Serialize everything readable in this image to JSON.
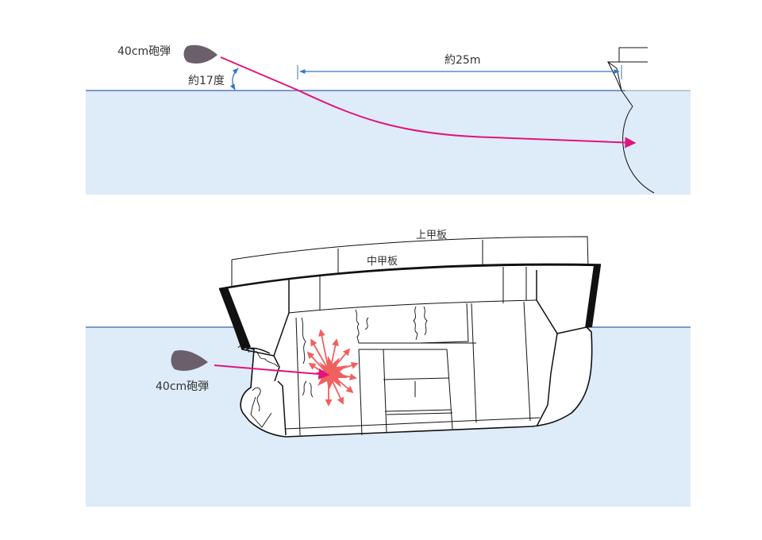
{
  "top": {
    "shell_label": "40cm砲弾",
    "angle_label": "約17度",
    "distance_label": "約25m"
  },
  "bottom": {
    "upper_deck_label": "上甲板",
    "middle_deck_label": "中甲板",
    "shell_label": "40cm砲弾"
  },
  "colors": {
    "water": "#deebf8",
    "waterline": "#3a63a8",
    "trajectory": "#e0147a",
    "shell": "#6b5f6b",
    "dimension": "#2f77c2",
    "explosion": "#f06060"
  }
}
